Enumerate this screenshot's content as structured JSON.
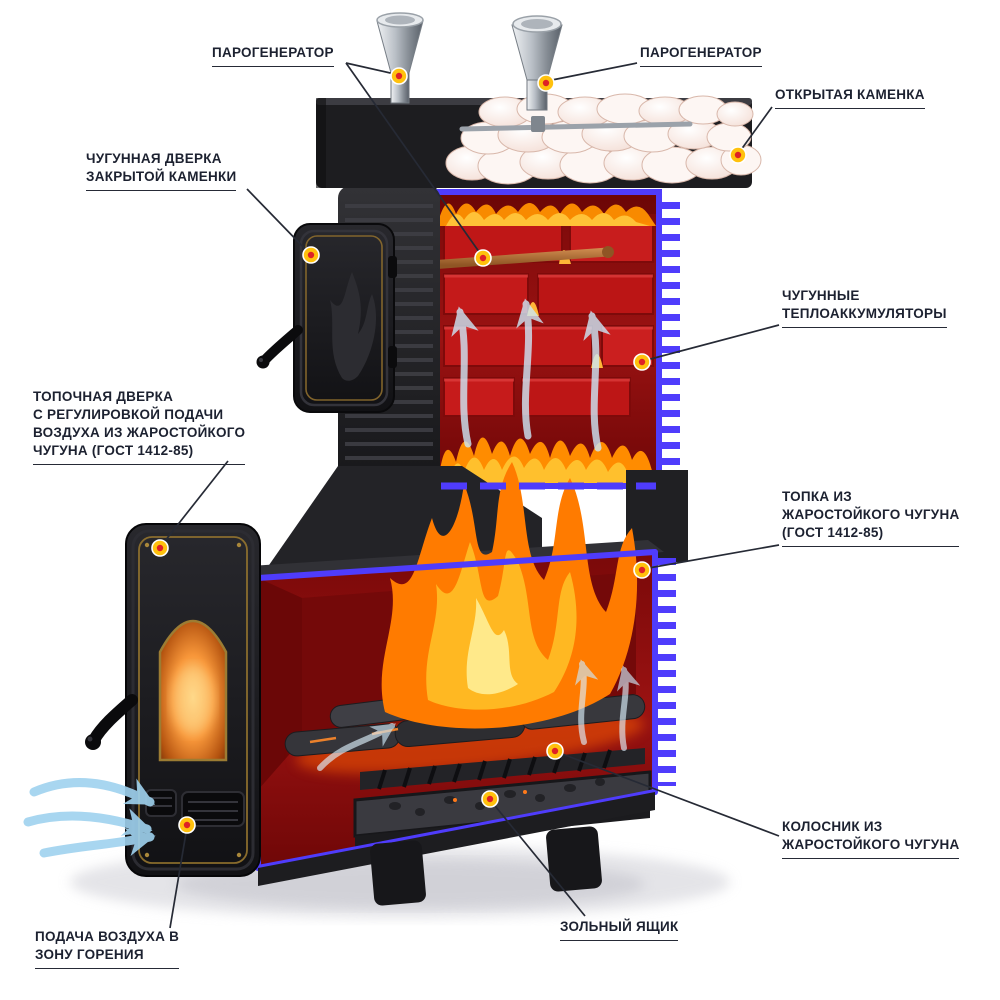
{
  "palette": {
    "cutaway_blue": "#4f3cfc",
    "marker_outer": "#ffc10d",
    "marker_inner": "#de2126",
    "label_text": "#1c2130",
    "interior_red": "#8c1010",
    "flame_orange": "#ff8c00",
    "flame_yellow": "#ffc83d",
    "steam_blue": "#cde8f8"
  },
  "callouts": {
    "parogenerator_left": "ПАРОГЕНЕРАТОР",
    "parogenerator_right": "ПАРОГЕНЕРАТОР",
    "otkrytaya_kamenka": "ОТКРЫТАЯ КАМЕНКА",
    "chugunnaya_dverka": "ЧУГУННАЯ ДВЕРКА\nЗАКРЫТОЙ КАМЕНКИ",
    "teploakkumulyatory": "ЧУГУННЫЕ\nТЕПЛОАККУМУЛЯТОРЫ",
    "topochnaya_dverka": "ТОПОЧНАЯ ДВЕРКА\nС РЕГУЛИРОВКОЙ ПОДАЧИ\nВОЗДУХА ИЗ ЖАРОСТОЙКОГО\nЧУГУНА (ГОСТ 1412-85)",
    "topka": "ТОПКА ИЗ\nЖАРОСТОЙКОГО ЧУГУНА\n(ГОСТ 1412-85)",
    "kolosnik": "КОЛОСНИК ИЗ\nЖАРОСТОЙКОГО ЧУГУНА",
    "zolnyy_yaschik": "ЗОЛЬНЫЙ ЯЩИК",
    "podacha_vozduha": "ПОДАЧА ВОЗДУХА В\nЗОНУ ГОРЕНИЯ"
  }
}
